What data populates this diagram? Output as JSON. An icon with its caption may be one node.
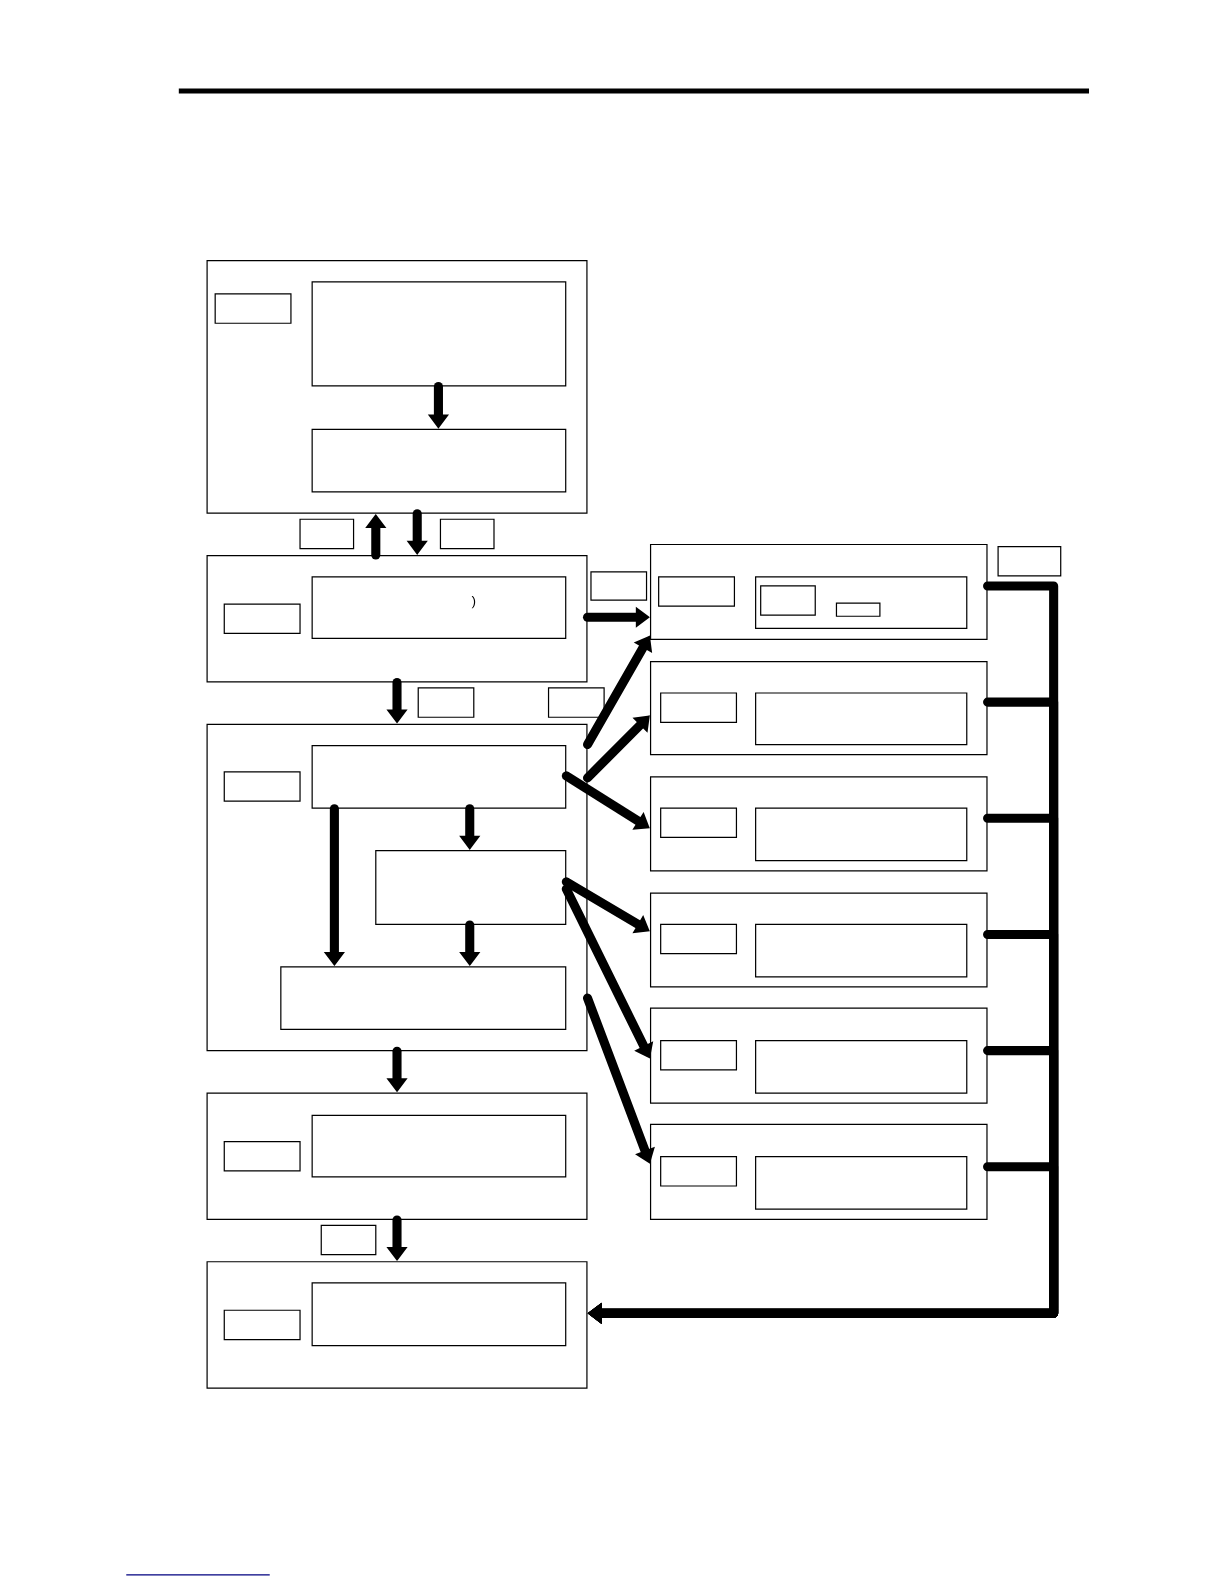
{
  "diagram": {
    "nodes": [
      {
        "text": [],
        "shape": "box"
      },
      {
        "text": [],
        "shape": "box",
        "in": 0
      },
      {
        "text": [],
        "shape": "box",
        "in": 0
      },
      {
        "text": [],
        "shape": "box",
        "in": 0
      },
      {
        "text": [],
        "shape": "box"
      },
      {
        "text": [],
        "shape": "box"
      },
      {
        "text": [],
        "shape": "box"
      },
      {
        "text": [],
        "shape": "box",
        "in": 6
      },
      {
        "text": [
          ")"
        ],
        "in": 6
      },
      {
        "text": [],
        "shape": "box"
      },
      {
        "text": [],
        "shape": "box"
      },
      {
        "text": [],
        "shape": "box",
        "in": 10
      },
      {
        "text": [],
        "shape": "box",
        "in": 10
      },
      {
        "text": [],
        "shape": "box",
        "in": 12
      },
      {
        "text": [],
        "shape": "box",
        "in": 12
      },
      {
        "text": [],
        "shape": "box"
      },
      {
        "text": [],
        "shape": "box"
      },
      {
        "text": [],
        "shape": "box"
      },
      {
        "text": [],
        "shape": "box"
      },
      {
        "text": [],
        "shape": "box",
        "in": 18
      },
      {
        "text": [],
        "shape": "box",
        "in": 18
      },
      {
        "text": [],
        "shape": "box",
        "in": 18
      },
      {
        "text": [],
        "shape": "box",
        "in": 18
      },
      {
        "text": [],
        "shape": "box"
      },
      {
        "text": [],
        "shape": "box",
        "in": 23
      },
      {
        "text": [],
        "shape": "box",
        "in": 23
      },
      {
        "text": [],
        "shape": "box"
      },
      {
        "text": [],
        "shape": "box",
        "in": 26
      },
      {
        "text": [],
        "shape": "box",
        "in": 26
      },
      {
        "text": [],
        "shape": "box"
      },
      {
        "text": [],
        "shape": "box",
        "in": 29
      },
      {
        "text": [],
        "shape": "box",
        "in": 29
      },
      {
        "text": [],
        "shape": "box"
      },
      {
        "text": [],
        "shape": "box",
        "in": 32
      },
      {
        "text": [],
        "shape": "box",
        "in": 32
      },
      {
        "text": [],
        "shape": "box"
      },
      {
        "text": [],
        "shape": "box",
        "in": 35
      },
      {
        "text": [],
        "shape": "box",
        "in": 35
      },
      {
        "text": [],
        "shape": "box"
      },
      {
        "text": [],
        "shape": "box",
        "in": 38
      },
      {
        "text": [],
        "shape": "box",
        "in": 38
      },
      {
        "text": [],
        "shape": "box"
      },
      {
        "text": [],
        "shape": "box"
      },
      {
        "text": [],
        "shape": "box",
        "in": 42
      },
      {
        "text": [],
        "shape": "box",
        "in": 42
      }
    ],
    "edges": [
      {
        "from": 2,
        "to": 3,
        "arrow": "to"
      },
      {
        "from": 6,
        "to": 0,
        "arrow": "to"
      },
      {
        "from": 0,
        "to": 6,
        "arrow": "to"
      },
      {
        "from": 6,
        "to": 18,
        "arrow": "to"
      },
      {
        "from": 6,
        "to": 10,
        "arrow": "to"
      },
      {
        "from": 18,
        "to": 10,
        "arrow": "to"
      },
      {
        "from": 18,
        "to": 23,
        "arrow": "to"
      },
      {
        "from": 20,
        "to": 26,
        "arrow": "to"
      },
      {
        "from": 21,
        "to": 29,
        "arrow": "to"
      },
      {
        "from": 21,
        "to": 32,
        "arrow": "to"
      },
      {
        "from": 18,
        "to": 35,
        "arrow": "to"
      },
      {
        "from": 20,
        "to": 22,
        "arrow": "to"
      },
      {
        "from": 20,
        "to": 21,
        "arrow": "to"
      },
      {
        "from": 21,
        "to": 22,
        "arrow": "to"
      },
      {
        "from": 18,
        "to": 38,
        "arrow": "to"
      },
      {
        "from": 38,
        "to": 42,
        "arrow": "to"
      },
      {
        "from": 10,
        "to": 42,
        "arrow": "to"
      },
      {
        "from": 23,
        "to": 42,
        "arrow": "to"
      },
      {
        "from": 26,
        "to": 42,
        "arrow": "to"
      },
      {
        "from": 29,
        "to": 42,
        "arrow": "to"
      },
      {
        "from": 32,
        "to": 42,
        "arrow": "to"
      },
      {
        "from": 35,
        "to": 42,
        "arrow": "to"
      }
    ]
  }
}
